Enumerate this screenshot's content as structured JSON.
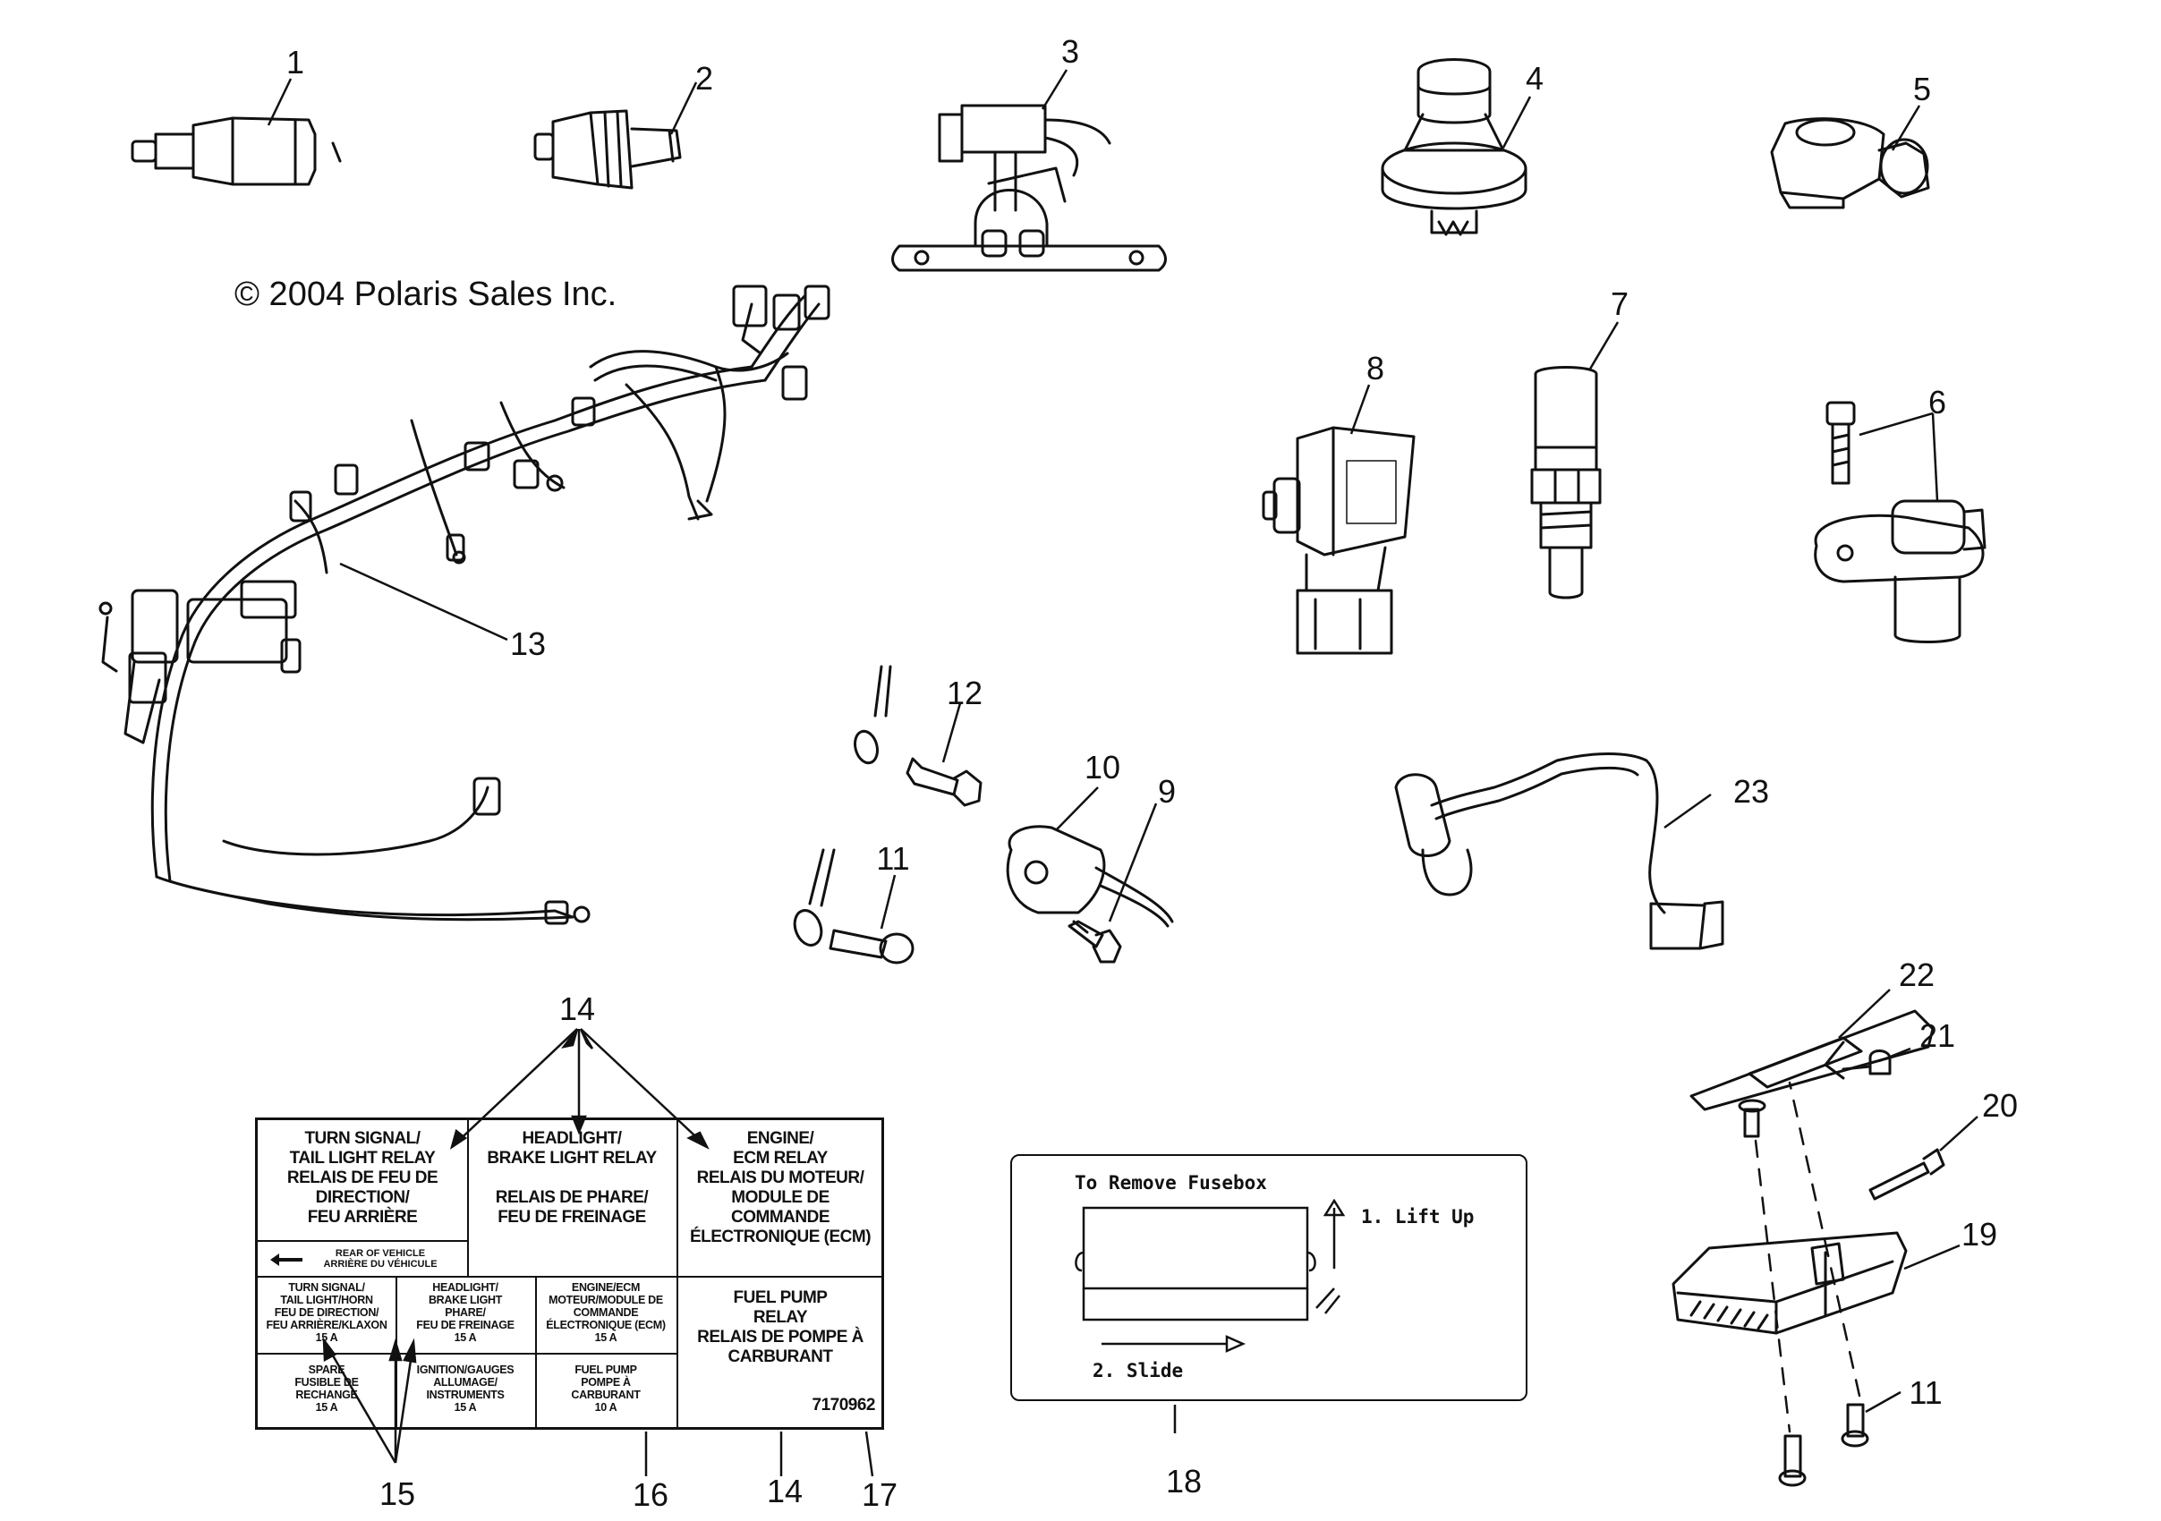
{
  "copyright": "© 2004 Polaris Sales Inc.",
  "callouts": {
    "c1": "1",
    "c2": "2",
    "c3": "3",
    "c4": "4",
    "c5": "5",
    "c6": "6",
    "c7": "7",
    "c8": "8",
    "c9": "9",
    "c10": "10",
    "c11a": "11",
    "c11b": "11",
    "c12": "12",
    "c13": "13",
    "c14a": "14",
    "c14b": "14",
    "c15": "15",
    "c16": "16",
    "c17": "17",
    "c18": "18",
    "c19": "19",
    "c20": "20",
    "c21": "21",
    "c22": "22",
    "c23": "23"
  },
  "decal": {
    "relay1": "TURN SIGNAL/\nTAIL LIGHT RELAY\nRELAIS DE FEU DE\nDIRECTION/\nFEU ARRIÈRE",
    "relay1_rear": "REAR OF VEHICLE\nARRIÈRE DU VÉHICULE",
    "relay2": "HEADLIGHT/\nBRAKE LIGHT RELAY\n\nRELAIS DE PHARE/\nFEU DE FREINAGE",
    "relay3": "ENGINE/\nECM RELAY\nRELAIS DU MOTEUR/\nMODULE DE\nCOMMANDE\nÉLECTRONIQUE (ECM)",
    "fuse1": "TURN SIGNAL/\nTAIL LIGHT/HORN\nFEU DE DIRECTION/\nFEU ARRIÈRE/KLAXON\n15 A",
    "fuse2": "HEADLIGHT/\nBRAKE LIGHT\nPHARE/\nFEU DE FREINAGE\n15 A",
    "fuse3": "ENGINE/ECM\nMOTEUR/MODULE DE\nCOMMANDE\nÉLECTRONIQUE (ECM)\n15 A",
    "fuse4": "SPARE\nFUSIBLE DE\nRECHANGE\n15 A",
    "fuse5": "IGNITION/GAUGES\nALLUMAGE/\nINSTRUMENTS\n15 A",
    "fuse6": "FUEL PUMP\nPOMPE À\nCARBURANT\n10 A",
    "fuel_relay": "FUEL PUMP\nRELAY\nRELAIS DE POMPE À\nCARBURANT",
    "part_no": "7170962"
  },
  "fusebox_card": {
    "title": "To Remove Fusebox",
    "step1": "1. Lift Up",
    "step2": "2. Slide"
  }
}
